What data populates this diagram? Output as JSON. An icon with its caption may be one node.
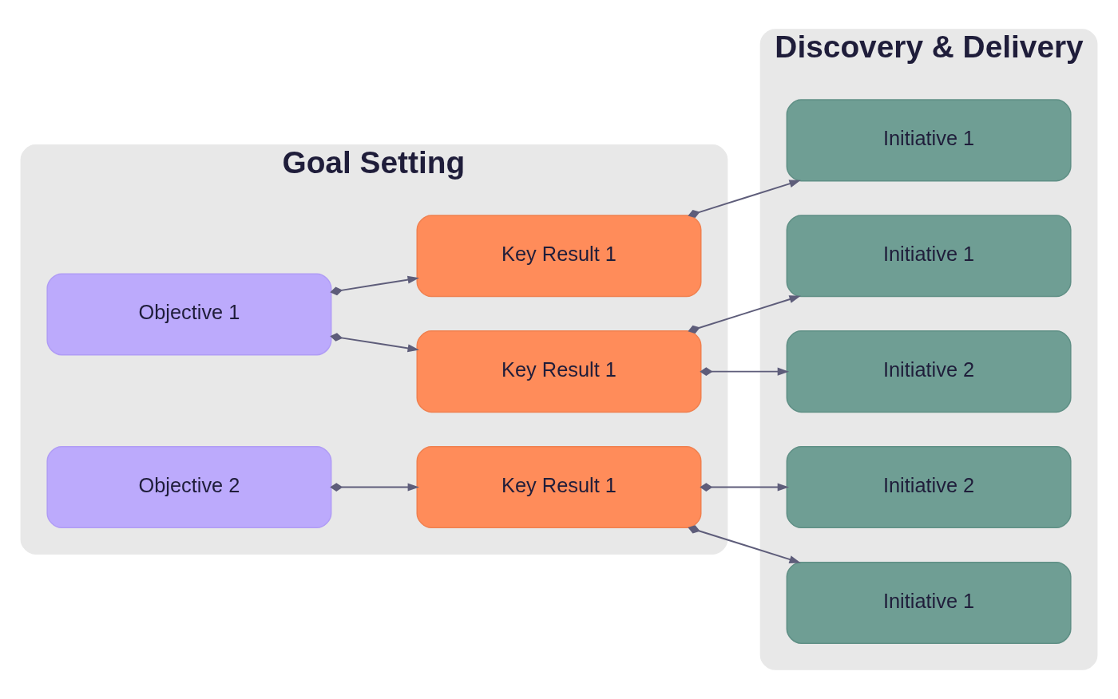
{
  "diagram": {
    "nodes": [
      {
        "text": [
          "Goal Setting"
        ]
      },
      {
        "text": [
          "Objective 1"
        ],
        "in": 0
      },
      {
        "text": [
          "Key Result 1"
        ],
        "in": 0
      },
      {
        "text": [
          "Key Result 1"
        ],
        "in": 0
      },
      {
        "text": [
          "Objective 2"
        ],
        "in": 0
      },
      {
        "text": [
          "Key Result 1"
        ],
        "in": 0
      },
      {
        "text": [
          "Discovery & Delivery"
        ]
      },
      {
        "text": [
          "Initiative 1"
        ],
        "in": 6
      },
      {
        "text": [
          "Initiative 2"
        ],
        "in": 6
      },
      {
        "text": [
          "Initiative 1"
        ],
        "in": 6
      },
      {
        "text": [
          "Initiative 1"
        ],
        "in": 6
      },
      {
        "text": [
          "Initiative 2"
        ],
        "in": 6
      }
    ],
    "edges": [
      {
        "from": 1,
        "to": 2,
        "arrow": "to"
      },
      {
        "from": 1,
        "to": 3,
        "arrow": "to"
      },
      {
        "from": 4,
        "to": 5,
        "arrow": "to"
      },
      {
        "from": 2,
        "to": 7,
        "arrow": "to"
      },
      {
        "from": 2,
        "to": 8,
        "arrow": "to"
      },
      {
        "from": 3,
        "to": 9,
        "arrow": "to"
      },
      {
        "from": 5,
        "to": 10,
        "arrow": "to"
      },
      {
        "from": 5,
        "to": 11,
        "arrow": "to"
      }
    ]
  }
}
